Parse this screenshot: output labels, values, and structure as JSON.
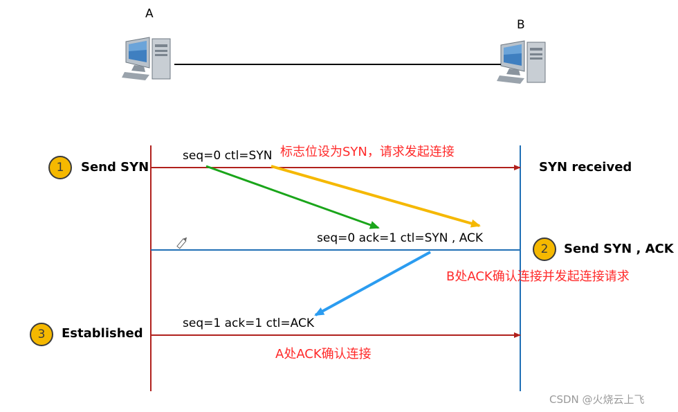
{
  "hosts": {
    "a": "A",
    "b": "B"
  },
  "steps": [
    {
      "badge": "1",
      "label": "Send SYN"
    },
    {
      "badge": "2",
      "label": "Send SYN , ACK"
    },
    {
      "badge": "3",
      "label": "Established"
    }
  ],
  "b_state": "SYN received",
  "messages": {
    "m1": "seq=0   ctl=SYN",
    "m2": "seq=0   ack=1   ctl=SYN , ACK",
    "m3": "seq=1   ack=1   ctl=ACK"
  },
  "notes": {
    "n1": "标志位设为SYN，请求发起连接",
    "n2": "B处ACK确认连接并发起连接请求",
    "n3": "A处ACK确认连接"
  },
  "watermark": "CSDN @火烧云上飞",
  "icons": [
    "computer-icon",
    "pencil-icon"
  ],
  "colors": {
    "a_line": "#b0201c",
    "b_line": "#1f6fb5",
    "green": "#1aa51a",
    "yellow": "#f5b800",
    "blue": "#2b9cf0",
    "note": "#ff2a2a"
  }
}
